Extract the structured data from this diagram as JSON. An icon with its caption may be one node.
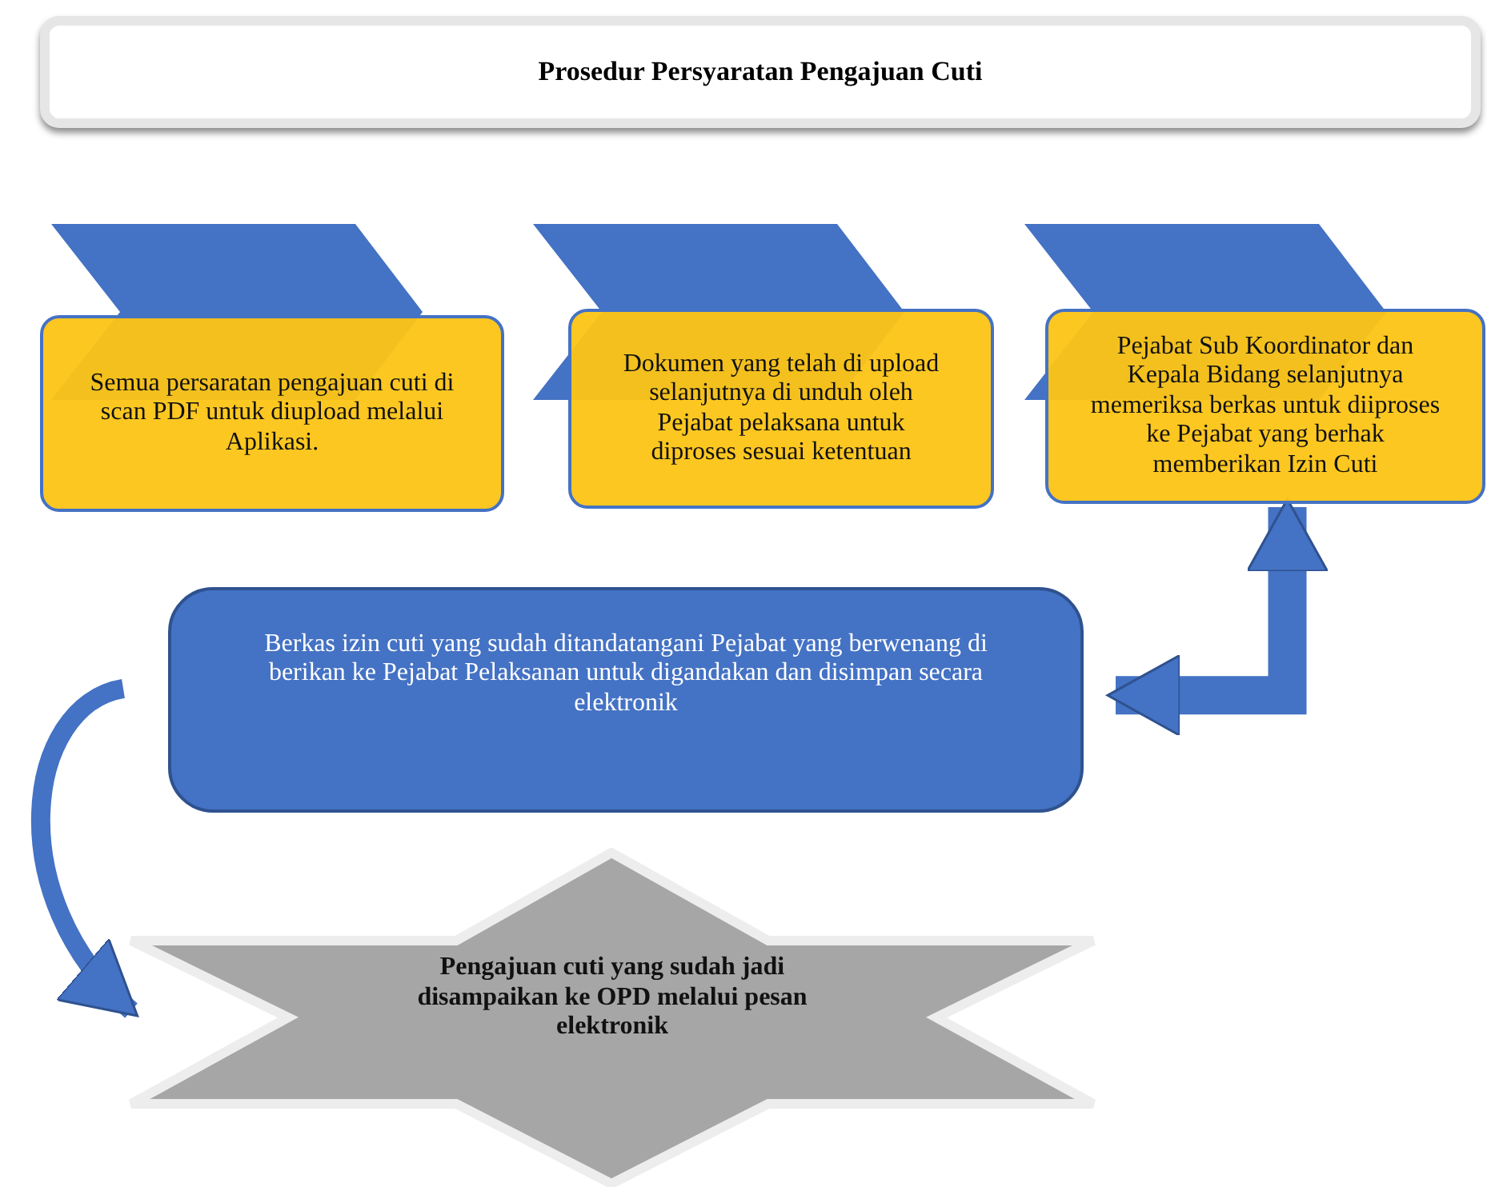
{
  "diagram": {
    "title": "Prosedur Persyaratan Pengajuan Cuti",
    "nodes": [
      {
        "text": [
          "Semua persaratan pengajuan cuti di scan PDF untuk diupload melalui Aplikasi."
        ]
      },
      {
        "text": [
          "Dokumen yang telah di upload selanjutnya di unduh oleh Pejabat pelaksana untuk diproses sesuai ketentuan"
        ]
      },
      {
        "text": [
          "Pejabat Sub Koordinator dan Kepala Bidang selanjutnya memeriksa berkas  untuk diiproses  ke Pejabat yang berhak memberikan Izin Cuti"
        ]
      },
      {
        "text": [
          "Berkas izin cuti yang sudah ditandatangani Pejabat yang berwenang di berikan ke Pejabat Pelaksanan untuk digandakan dan disimpan secara elektronik"
        ]
      },
      {
        "text": [
          "Pengajuan cuti yang sudah jadi disampaikan ke OPD melalui pesan elektronik"
        ]
      },
      {
        "text": [],
        "shape": "chevron"
      },
      {
        "text": [],
        "shape": "chevron"
      },
      {
        "text": [],
        "shape": "chevron"
      }
    ],
    "edges": [
      {
        "from": 3,
        "to": 2,
        "arrow": "both",
        "style": "thick"
      },
      {
        "from": 3,
        "to": 4,
        "arrow": "to"
      }
    ]
  }
}
